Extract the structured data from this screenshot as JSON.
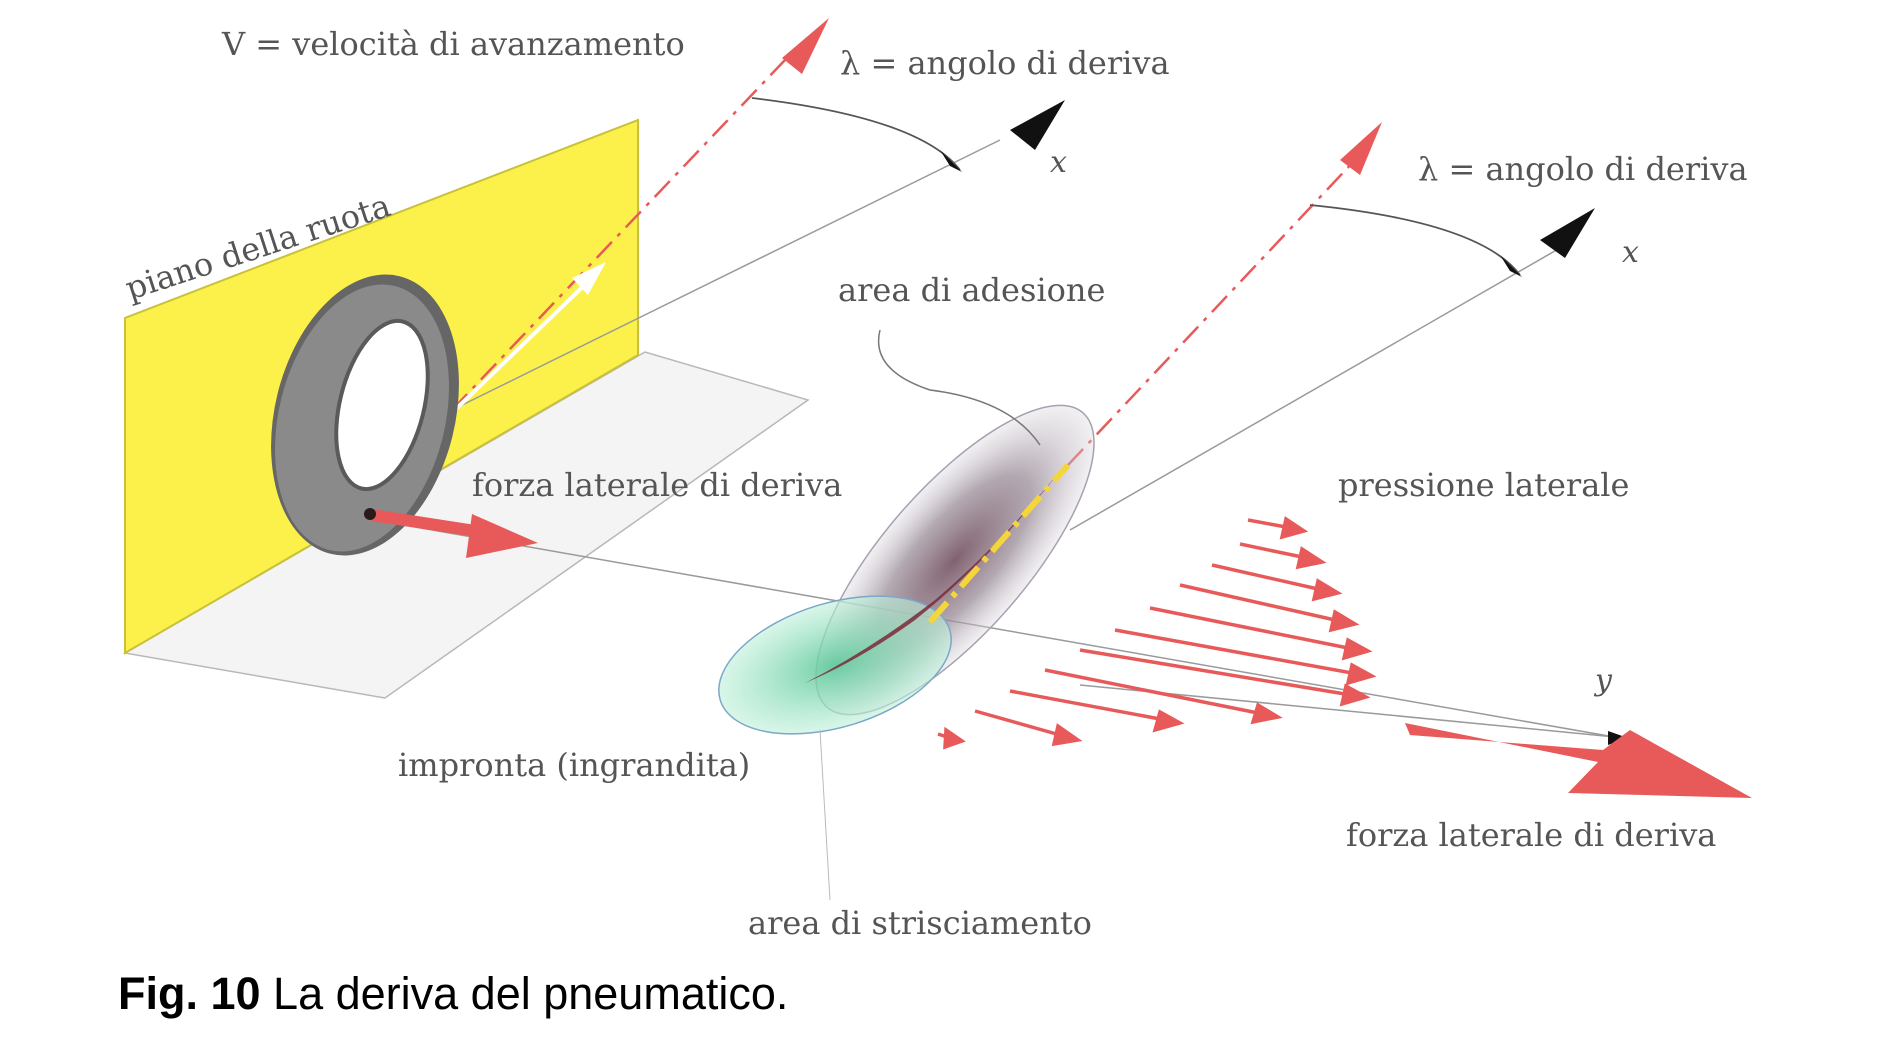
{
  "colors": {
    "plane": "#fbf14a",
    "plane_edge": "#c9c13a",
    "arrow_red": "#e85a5a",
    "axis_dark": "#111111",
    "tyre": "#6f6f6f",
    "sliding_area": "#7ed8b0",
    "adhesion_area": "#8a7a88",
    "center_line": "#f5d63a"
  },
  "labels": {
    "velocity": "V = velocità di avanzamento",
    "drift_angle_1": "λ = angolo di deriva",
    "drift_angle_2": "λ = angolo di deriva",
    "axis_x_1": "x",
    "axis_x_2": "x",
    "axis_y": "y",
    "wheel_plane": "piano della ruota",
    "adhesion_area": "area di adesione",
    "lateral_force_1": "forza  laterale di deriva",
    "lateral_pressure": "pressione laterale",
    "footprint": "impronta (ingrandita)",
    "lateral_force_2": "forza  laterale di deriva",
    "sliding_area": "area di strisciamento"
  },
  "caption": {
    "number": "Fig. 10",
    "text": " La deriva del pneumatico."
  }
}
